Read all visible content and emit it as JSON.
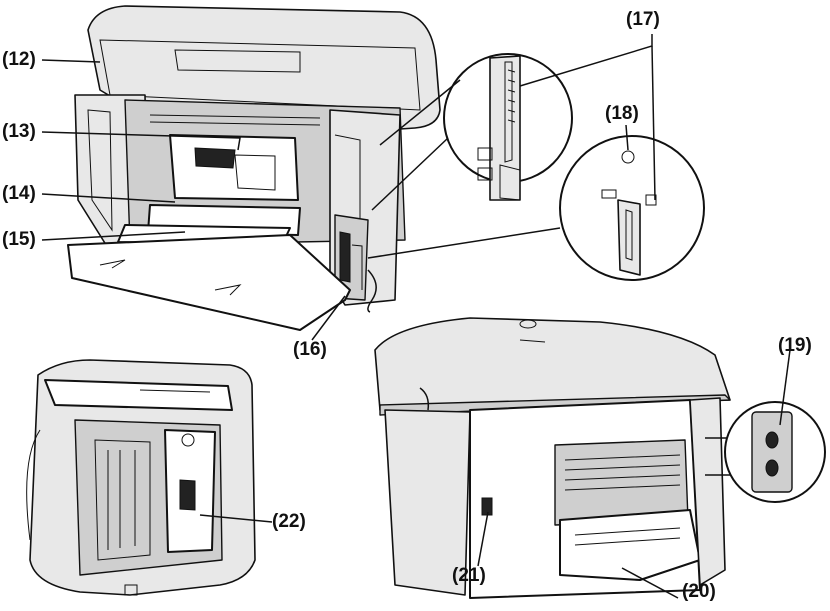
{
  "callouts": {
    "c12": "(12)",
    "c13": "(13)",
    "c14": "(14)",
    "c15": "(15)",
    "c16": "(16)",
    "c17": "(17)",
    "c18": "(18)",
    "c19": "(19)",
    "c20": "(20)",
    "c21": "(21)",
    "c22": "(22)"
  }
}
